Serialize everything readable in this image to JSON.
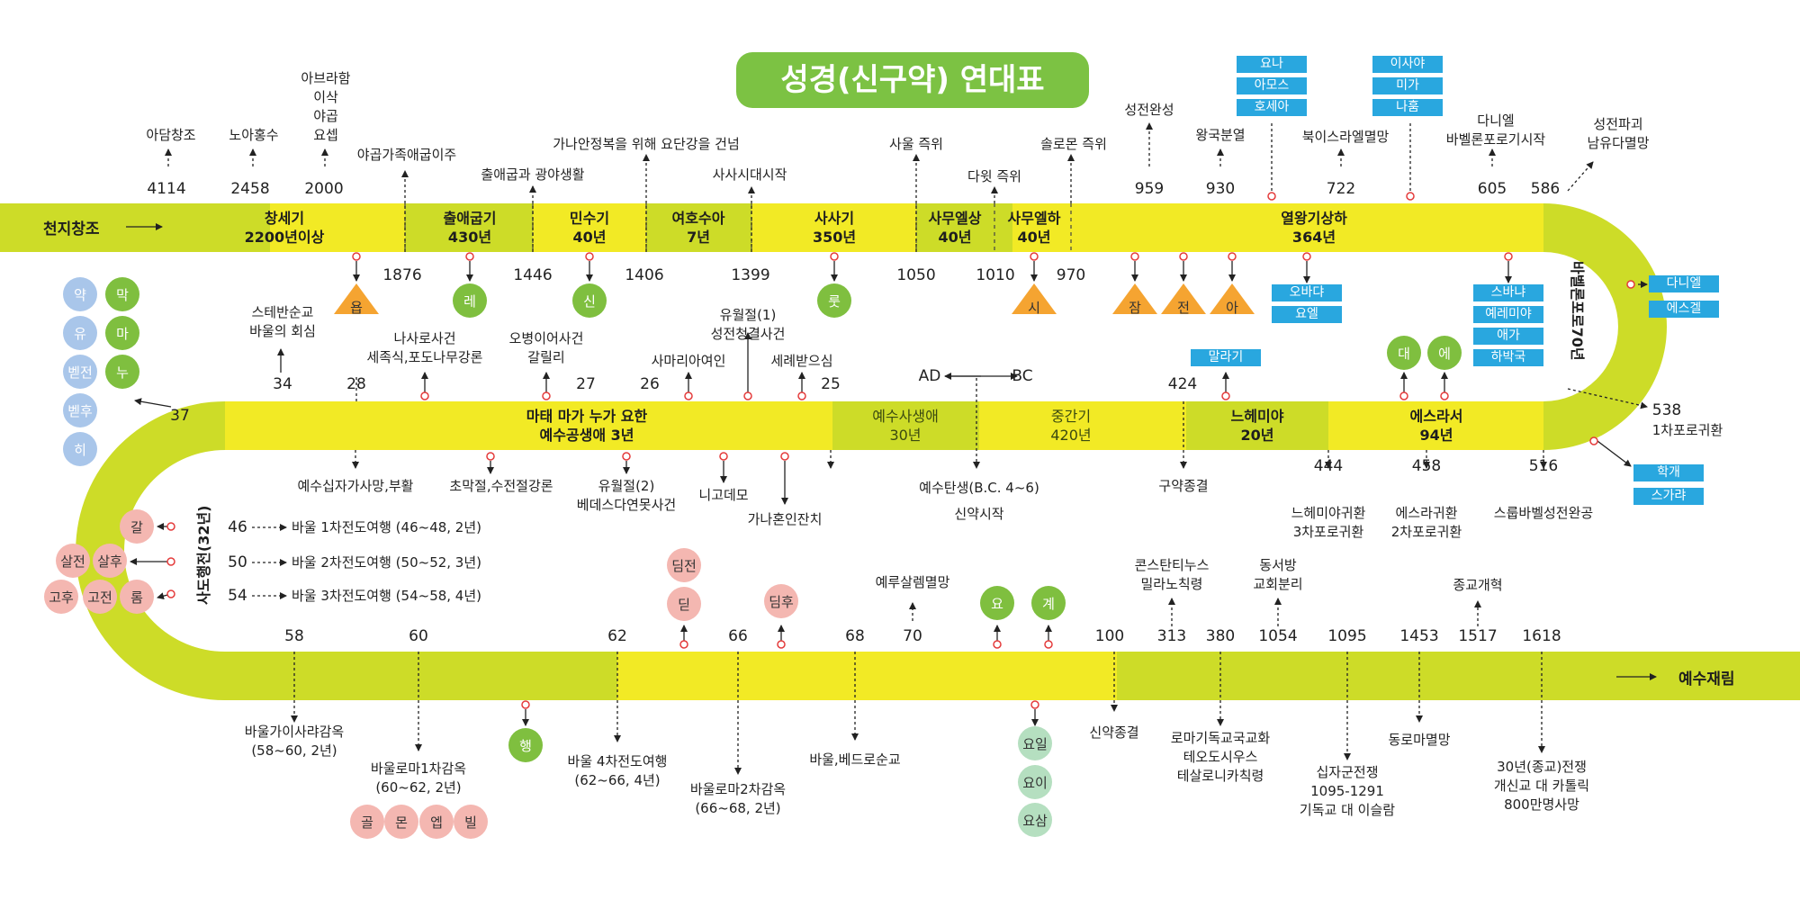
{
  "title": "성경(신구약) 연대표",
  "colors": {
    "band_yellow": "#f2ea25",
    "band_green": "#cddc28",
    "title_green": "#7cc243",
    "circle_green": "#7fbf3f",
    "circle_pink": "#f4b7b1",
    "circle_blue": "#a9c6ea",
    "circle_mint": "#b5dfc0",
    "triangle_orange": "#f5a431",
    "box_blue": "#29a7df",
    "marker_red": "#e43b3b"
  },
  "ends": {
    "start": "천지창조",
    "end": "예수재림"
  },
  "segments": [
    {
      "id": "s1",
      "text": "창세기\n2200년이상"
    },
    {
      "id": "s2",
      "text": "출애굽기\n430년"
    },
    {
      "id": "s3",
      "text": "민수기\n40년"
    },
    {
      "id": "s4",
      "text": "여호수아\n7년"
    },
    {
      "id": "s5",
      "text": "사사기\n350년"
    },
    {
      "id": "s6",
      "text": "사무엘상\n40년"
    },
    {
      "id": "s7",
      "text": "사무엘하\n40년"
    },
    {
      "id": "s8",
      "text": "열왕기상하\n364년"
    },
    {
      "id": "s9",
      "text": "바벨론포로70년"
    },
    {
      "id": "s10",
      "text": "에스라서\n94년"
    },
    {
      "id": "s11",
      "text": "느헤미야\n20년"
    },
    {
      "id": "s12",
      "text": "중간기\n420년"
    },
    {
      "id": "s13",
      "text": "예수사생애\n30년"
    },
    {
      "id": "s14",
      "text": "마태 마가 누가 요한\n예수공생애 3년"
    },
    {
      "id": "s15",
      "text": "사도행전(32년)"
    }
  ],
  "years": [
    "4114",
    "2458",
    "2000",
    "959",
    "930",
    "722",
    "605",
    "586",
    "1876",
    "1446",
    "1406",
    "1399",
    "1050",
    "1010",
    "970",
    "34",
    "28",
    "27",
    "26",
    "25",
    "424",
    "538",
    "444",
    "458",
    "516",
    "58",
    "60",
    "62",
    "66",
    "68",
    "70",
    "100",
    "313",
    "380",
    "1054",
    "1095",
    "1453",
    "1517",
    "1618"
  ],
  "labels": [
    "아담창조",
    "노아홍수",
    "아브라함\n이삭\n야곱\n요셉",
    "야곱가족애굽이주",
    "출애굽과 광야생활",
    "가나안정복을 위해 요단강을 건넘",
    "사사시대시작",
    "사울 즉위",
    "다윗 즉위",
    "솔로몬 즉위",
    "성전완성",
    "왕국분열",
    "북이스라엘멸망",
    "다니엘\n바벨론포로기시작",
    "성전파괴\n남유다멸망",
    "스테반순교\n바울의 회심",
    "나사로사건\n세족식,포도나무강론",
    "오병이어사건\n갈릴리",
    "사마리아여인",
    "유월절(1)\n성전청결사건",
    "세례받으심",
    "1차포로귀환",
    "예수십자가사망,부활",
    "초막절,수전절강론",
    "유월절(2)\n베데스다연못사건",
    "니고데모",
    "가나혼인잔치",
    "예수탄생(B.C. 4~6)",
    "신약시작",
    "구약종결",
    "느헤미야귀환\n3차포로귀환",
    "에스라귀환\n2차포로귀환",
    "스룹바벨성전완공",
    "바울 1차전도여행 (46~48, 2년)",
    "바울 2차전도여행 (50~52, 3년)",
    "바울 3차전도여행 (54~58, 4년)",
    "예루살렘멸망",
    "콘스탄티누스\n밀라노칙령",
    "동서방\n교회분리",
    "종교개혁",
    "바울가이사랴감옥\n(58~60, 2년)",
    "바울로마1차감옥\n(60~62, 2년)",
    "바울 4차전도여행\n(62~66, 4년)",
    "바울로마2차감옥\n(66~68, 2년)",
    "바울,베드로순교",
    "신약종결",
    "로마기독교국교화\n테오도시우스\n테살로니카칙령",
    "십자군전쟁\n1095-1291\n기독교 대 이슬람",
    "동로마멸망",
    "30년(종교)전쟁\n개신교 대 카톨릭\n800만명사망"
  ],
  "ad_bc": {
    "ad": "AD",
    "bc": "BC"
  },
  "year_prefix": [
    "46",
    "50",
    "54",
    "37"
  ],
  "circles": {
    "green": [
      "레",
      "신",
      "룻",
      "요",
      "계",
      "행",
      "막",
      "마",
      "누"
    ],
    "pink": [
      "갈",
      "살전",
      "살후",
      "고후",
      "고전",
      "롬",
      "딤전",
      "딛",
      "딤후",
      "골",
      "몬",
      "엡",
      "빌"
    ],
    "blue": [
      "약",
      "유",
      "벧전",
      "벧후",
      "히"
    ],
    "mint": [
      "요일",
      "요이",
      "요삼"
    ]
  },
  "triangles": [
    "욥",
    "시",
    "잠",
    "전",
    "아"
  ],
  "boxes": [
    "요나",
    "아모스",
    "호세아",
    "이사야",
    "미가",
    "나훔",
    "오바댜",
    "요엘",
    "스바냐",
    "예레미야",
    "애가",
    "하박국",
    "다니엘",
    "에스겔",
    "말라기",
    "학개",
    "스가랴"
  ]
}
